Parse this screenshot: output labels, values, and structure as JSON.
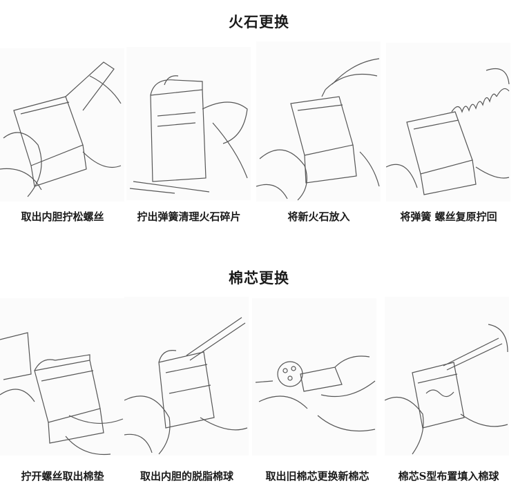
{
  "sections": [
    {
      "title": "火石更换",
      "steps": [
        {
          "caption": "取出内胆拧松螺丝",
          "illustration": "unscrew-flint-screw-icon"
        },
        {
          "caption": "拧出弹簧清理火石碎片",
          "illustration": "spring-removal-icon"
        },
        {
          "caption": "将新火石放入",
          "illustration": "insert-flint-icon"
        },
        {
          "caption": "将弹簧 螺丝复原拧回",
          "illustration": "replace-spring-icon"
        }
      ]
    },
    {
      "title": "棉芯更换",
      "steps": [
        {
          "caption": "拧开螺丝取出棉垫",
          "illustration": "remove-felt-pad-icon"
        },
        {
          "caption": "取出内胆的脱脂棉球",
          "illustration": "remove-cotton-balls-icon"
        },
        {
          "caption": "取出旧棉芯更换新棉芯",
          "illustration": "replace-wick-icon"
        },
        {
          "caption": "棉芯S型布置填入棉球",
          "illustration": "fill-cotton-icon"
        }
      ]
    }
  ]
}
